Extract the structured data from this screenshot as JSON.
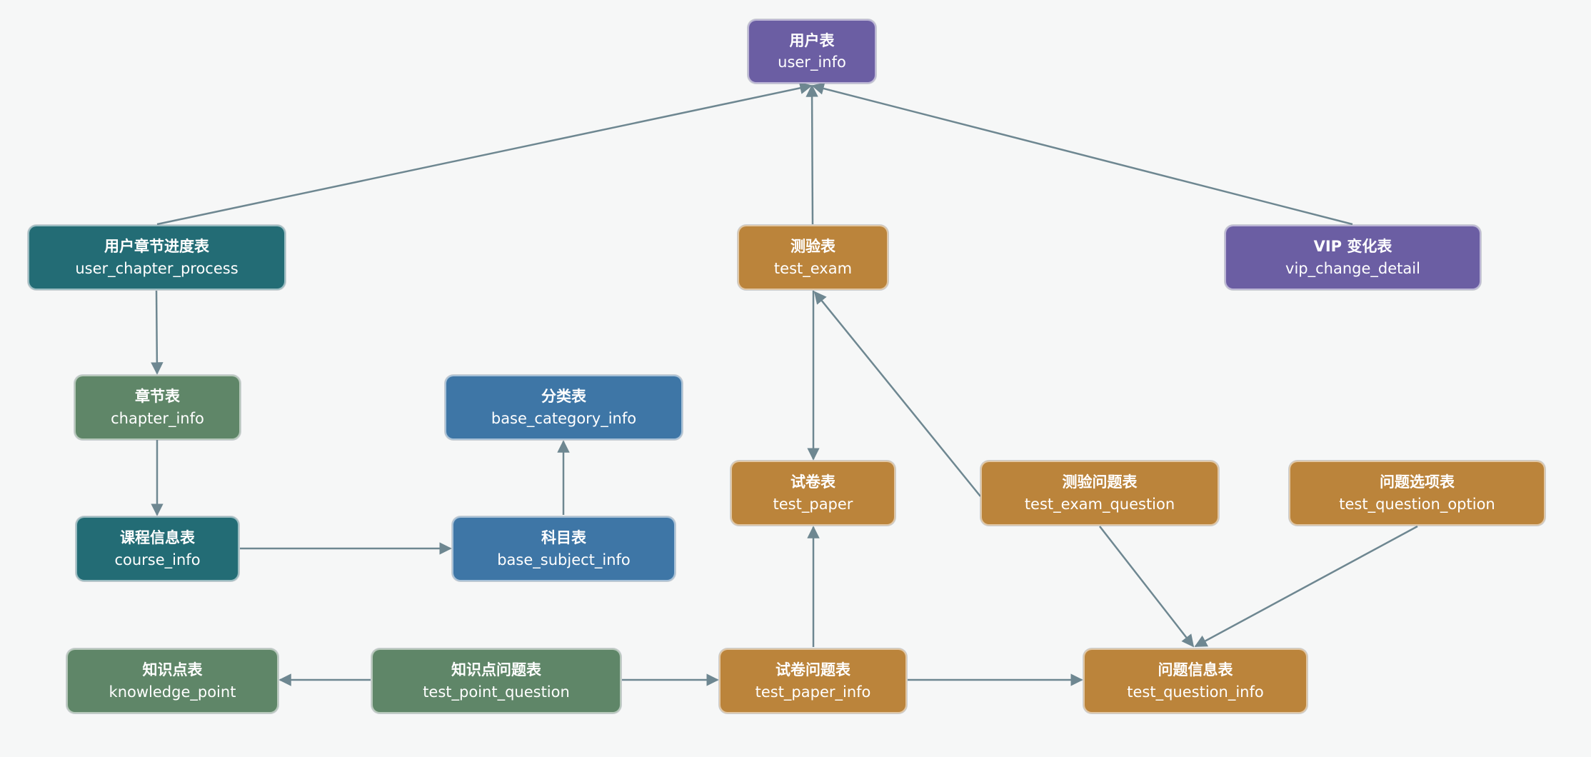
{
  "colors": {
    "purple": "#6b5ea3",
    "teal": "#236c75",
    "green": "#5f8668",
    "blue": "#3e76a6",
    "orange": "#bb843b",
    "edge": "#6e8791"
  },
  "nodes": {
    "user_info": {
      "cn": "用户表",
      "en": "user_info",
      "color": "purple"
    },
    "user_chapter_process": {
      "cn": "用户章节进度表",
      "en": "user_chapter_process",
      "color": "teal"
    },
    "test_exam": {
      "cn": "测验表",
      "en": "test_exam",
      "color": "orange"
    },
    "vip_change_detail": {
      "cn": "VIP 变化表",
      "en": "vip_change_detail",
      "color": "purple"
    },
    "chapter_info": {
      "cn": "章节表",
      "en": "chapter_info",
      "color": "green"
    },
    "base_category_info": {
      "cn": "分类表",
      "en": "base_category_info",
      "color": "blue"
    },
    "test_paper": {
      "cn": "试卷表",
      "en": "test_paper",
      "color": "orange"
    },
    "test_exam_question": {
      "cn": "测验问题表",
      "en": "test_exam_question",
      "color": "orange"
    },
    "test_question_option": {
      "cn": "问题选项表",
      "en": "test_question_option",
      "color": "orange"
    },
    "course_info": {
      "cn": "课程信息表",
      "en": "course_info",
      "color": "teal"
    },
    "base_subject_info": {
      "cn": "科目表",
      "en": "base_subject_info",
      "color": "blue"
    },
    "knowledge_point": {
      "cn": "知识点表",
      "en": "knowledge_point",
      "color": "green"
    },
    "test_point_question": {
      "cn": "知识点问题表",
      "en": "test_point_question",
      "color": "green"
    },
    "test_paper_info": {
      "cn": "试卷问题表",
      "en": "test_paper_info",
      "color": "orange"
    },
    "test_question_info": {
      "cn": "问题信息表",
      "en": "test_question_info",
      "color": "orange"
    }
  },
  "edges": [
    {
      "from": "user_chapter_process",
      "to": "user_info"
    },
    {
      "from": "test_exam",
      "to": "user_info"
    },
    {
      "from": "vip_change_detail",
      "to": "user_info"
    },
    {
      "from": "user_chapter_process",
      "to": "chapter_info"
    },
    {
      "from": "chapter_info",
      "to": "course_info"
    },
    {
      "from": "course_info",
      "to": "base_subject_info"
    },
    {
      "from": "base_subject_info",
      "to": "base_category_info"
    },
    {
      "from": "test_exam",
      "to": "test_paper"
    },
    {
      "from": "test_exam_question",
      "to": "test_exam"
    },
    {
      "from": "test_exam_question",
      "to": "test_question_info"
    },
    {
      "from": "test_question_option",
      "to": "test_question_info"
    },
    {
      "from": "test_paper_info",
      "to": "test_paper"
    },
    {
      "from": "test_paper_info",
      "to": "test_question_info"
    },
    {
      "from": "test_point_question",
      "to": "knowledge_point"
    },
    {
      "from": "test_point_question",
      "to": "test_paper_info"
    }
  ]
}
